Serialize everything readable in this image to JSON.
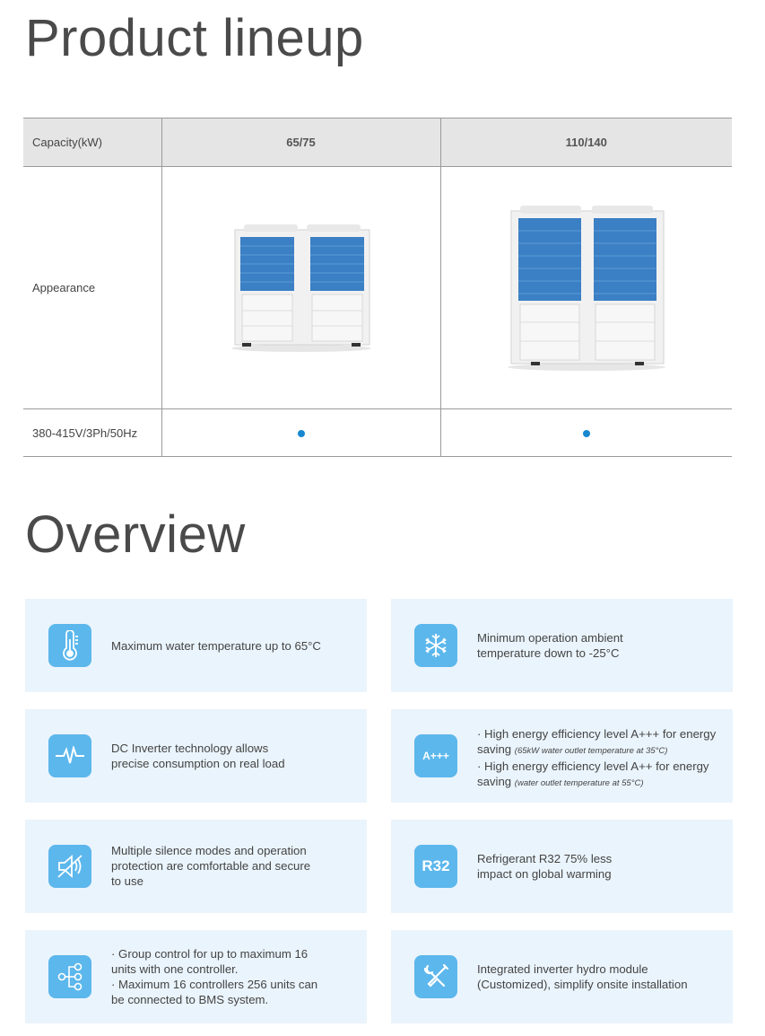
{
  "titles": {
    "lineup": "Product lineup",
    "overview": "Overview"
  },
  "table": {
    "capacity_label": "Capacity(kW)",
    "appearance_label": "Appearance",
    "voltage_label": "380-415V/3Ph/50Hz",
    "models": [
      "65/75",
      "110/140"
    ]
  },
  "colors": {
    "accent_blue": "#5cb7ec",
    "dot_blue": "#1787d0",
    "card_bg": "#eaf4fc",
    "header_bg": "#e5e5e5"
  },
  "features": [
    {
      "icon": "thermometer-icon",
      "lines": [
        "Maximum water temperature up to 65°C"
      ]
    },
    {
      "icon": "snowflake-icon",
      "lines": [
        "Minimum operation ambient",
        "temperature down to -25°C"
      ]
    },
    {
      "icon": "waveform-icon",
      "lines": [
        "DC Inverter technology allows",
        "precise consumption on real load"
      ]
    },
    {
      "icon": "a-plus-plus-plus-icon",
      "icon_text": "A+++",
      "l1": "· High energy efficiency level A+++ for energy",
      "l2": "saving ",
      "l2s": "(65kW water outlet temperature at 35°C)",
      "l3": "· High energy efficiency level A++ for energy",
      "l4": "saving ",
      "l4s": "(water outlet temperature at 55°C)"
    },
    {
      "icon": "mute-speaker-icon",
      "lines": [
        "Multiple silence modes and operation",
        "protection are comfortable and secure",
        "to use"
      ]
    },
    {
      "icon": "r32-icon",
      "icon_text": "R32",
      "lines": [
        "Refrigerant R32 75% less",
        "impact on global warming"
      ]
    },
    {
      "icon": "network-icon",
      "lines": [
        "· Group control for up to maximum 16",
        "units with one controller.",
        "· Maximum 16 controllers 256 units can",
        "be connected to BMS system."
      ]
    },
    {
      "icon": "tools-icon",
      "lines": [
        "Integrated inverter hydro module",
        "(Customized), simplify onsite installation"
      ]
    }
  ]
}
